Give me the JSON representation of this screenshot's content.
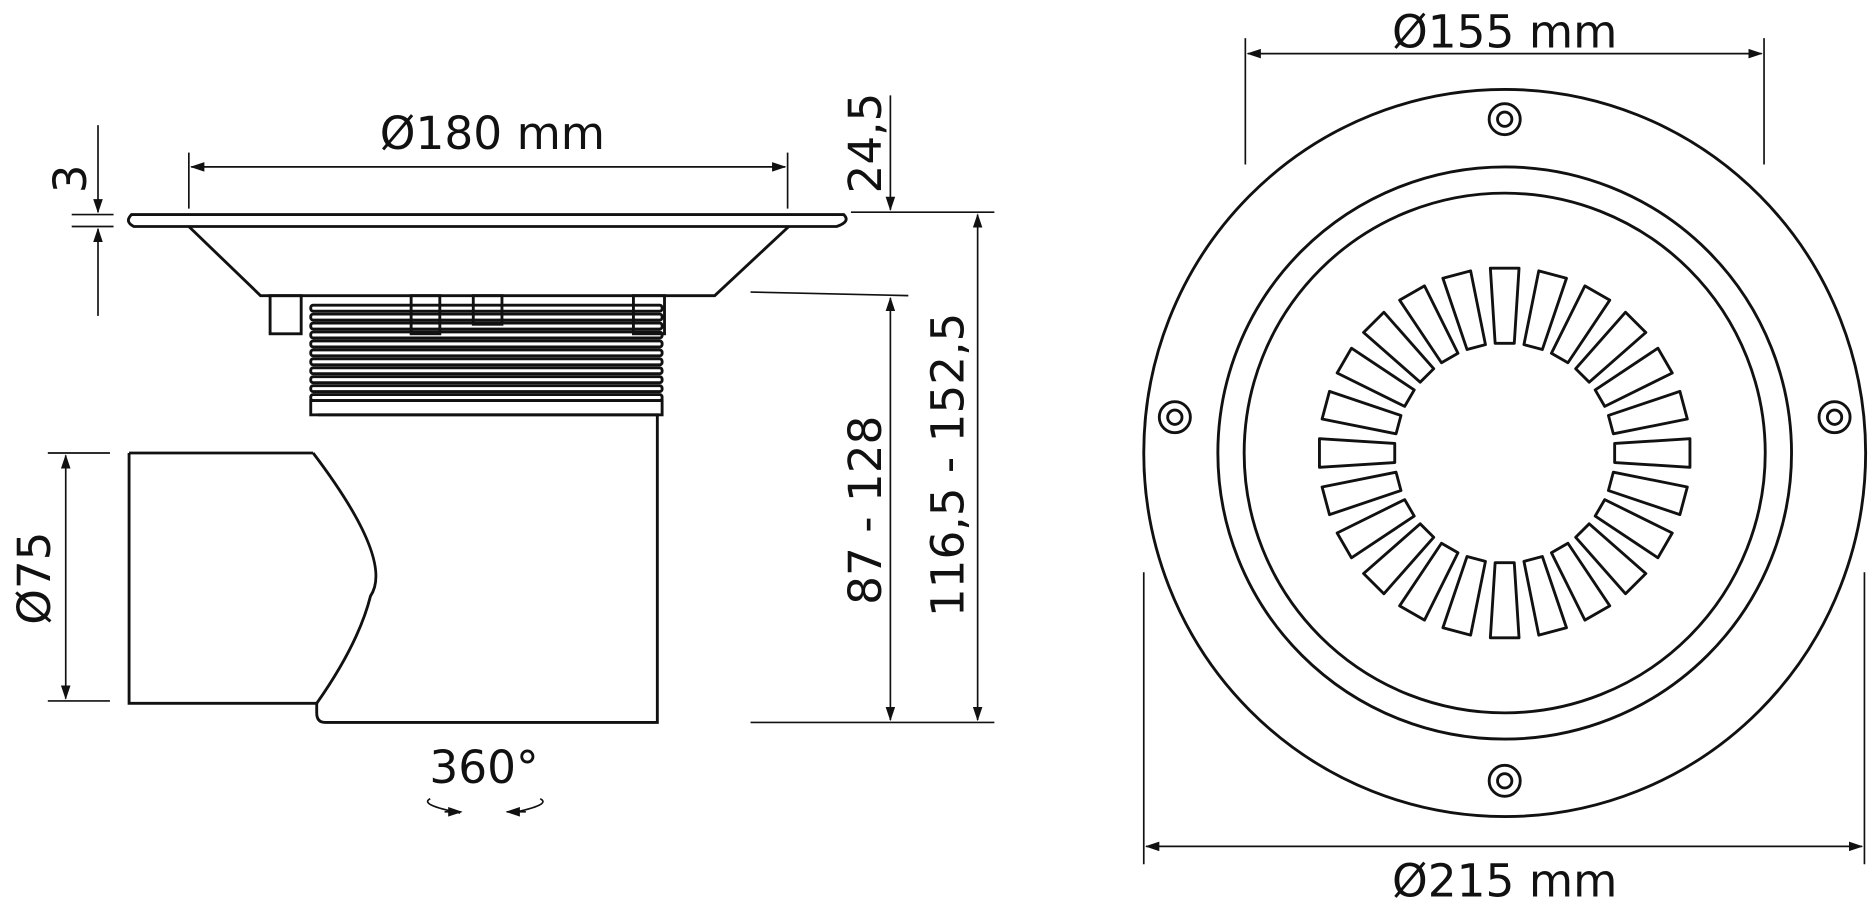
{
  "dimensions": {
    "flange_diameter": "Ø180 mm",
    "flange_thickness": "3",
    "top_height": "24,5",
    "outlet_diameter": "Ø75",
    "adjust_range": "87 - 128",
    "total_range": "116,5 - 152,5",
    "rotation": "360°",
    "grate_diameter": "Ø155 mm",
    "outer_diameter": "Ø215 mm"
  },
  "colors": {
    "line": "#111111",
    "background": "#ffffff"
  }
}
